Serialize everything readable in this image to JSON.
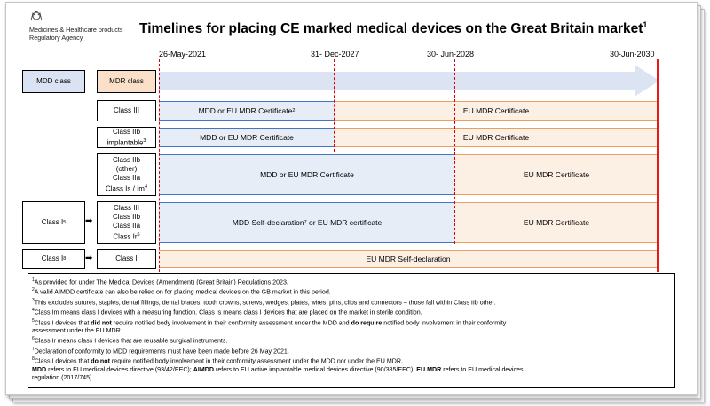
{
  "header": {
    "org_line1": "Medicines & Healthcare products",
    "org_line2": "Regulatory Agency",
    "title": "Timelines for placing CE marked medical devices on the Great Britain market",
    "title_sup": "1"
  },
  "dates": [
    "26-May-2021",
    "31- Dec-2027",
    "30- Jun-2028",
    "30-Jun-2030"
  ],
  "headers": {
    "mdd_class": "MDD class",
    "mdr_class": "MDR class"
  },
  "rows": [
    {
      "mdr": "Class III",
      "band_blue": "MDD or EU MDR Certificate",
      "band_blue_sup": "2",
      "band_orange": "EU MDR Certificate"
    },
    {
      "mdr_l1": "Class IIb",
      "mdr_l2": "implantable",
      "mdr_sup": "3",
      "band_blue": "MDD or EU MDR Certificate",
      "band_orange": "EU MDR Certificate"
    },
    {
      "mdr_l1": "Class IIb",
      "mdr_l2": "(other)",
      "mdr_l3": "Class IIa",
      "mdr_l4": "Class Is / Im",
      "mdr_sup": "4",
      "band_blue": "MDD or EU MDR Certificate",
      "band_orange": "EU MDR Certificate"
    },
    {
      "mdd": "Class I",
      "mdd_sup": "5",
      "mdr_l1": "Class III",
      "mdr_l2": "Class IIb",
      "mdr_l3": "Class IIa",
      "mdr_l4": "Class Ir",
      "mdr_sup": "6",
      "band_blue_a": "MDD Self-declaration",
      "band_blue_sup": "7",
      "band_blue_b": " or EU MDR certificate",
      "band_orange": "EU MDR Certificate"
    },
    {
      "mdd": "Class I",
      "mdd_sup": "8",
      "mdr": "Class I",
      "band_orange": "EU MDR Self-declaration"
    }
  ],
  "footnotes": {
    "n1": "As provided for under The Medical Devices (Amendment) (Great Britain) Regulations 2023.",
    "n2": "A valid AIMDD certificate can also be relied on for placing medical devices on the GB market in this period.",
    "n3": "This excludes sutures, staples, dental fillings, dental braces, tooth crowns, screws, wedges, plates, wires, pins, clips and connectors – those fall within Class IIb other.",
    "n4": "Class Im means class I devices with a measuring function. Class Is means class I devices that are placed on the market in sterile condition.",
    "n5_a": "Class I devices that ",
    "n5_b1": "did not",
    "n5_c": " require notified body involvement in their conformity assessment under the MDD and ",
    "n5_b2": "do require",
    "n5_d": " notified body involvement in their conformity",
    "n5_e": "assessment under the EU MDR.",
    "n6": "Class Ir means class I devices that are reusable surgical instruments.",
    "n7": "Declaration of conformity to MDD requirements must have been made before 26 May 2021.",
    "n8_a": "Class I devices that ",
    "n8_b": "do not",
    "n8_c": " require notified body involvement in their conformity assessment under the MDD nor under the EU MDR.",
    "def_mdd": "MDD",
    "def_mdd_t": " refers to EU medical devices directive (93/42/EEC); ",
    "def_aimdd": "AIMDD",
    "def_aimdd_t": " refers to EU active implantable medical devices directive (90/385/EEC); ",
    "def_eumdr": "EU MDR",
    "def_eumdr_t": " refers to EU medical devices",
    "def_end": "regulation (2017/745)."
  },
  "colors": {
    "blue_band": "#e7edf7",
    "orange_band": "#fcefe4",
    "mdd_header": "#dae3f3",
    "mdr_header": "#fbe0c9",
    "deadline": "#e81818"
  }
}
